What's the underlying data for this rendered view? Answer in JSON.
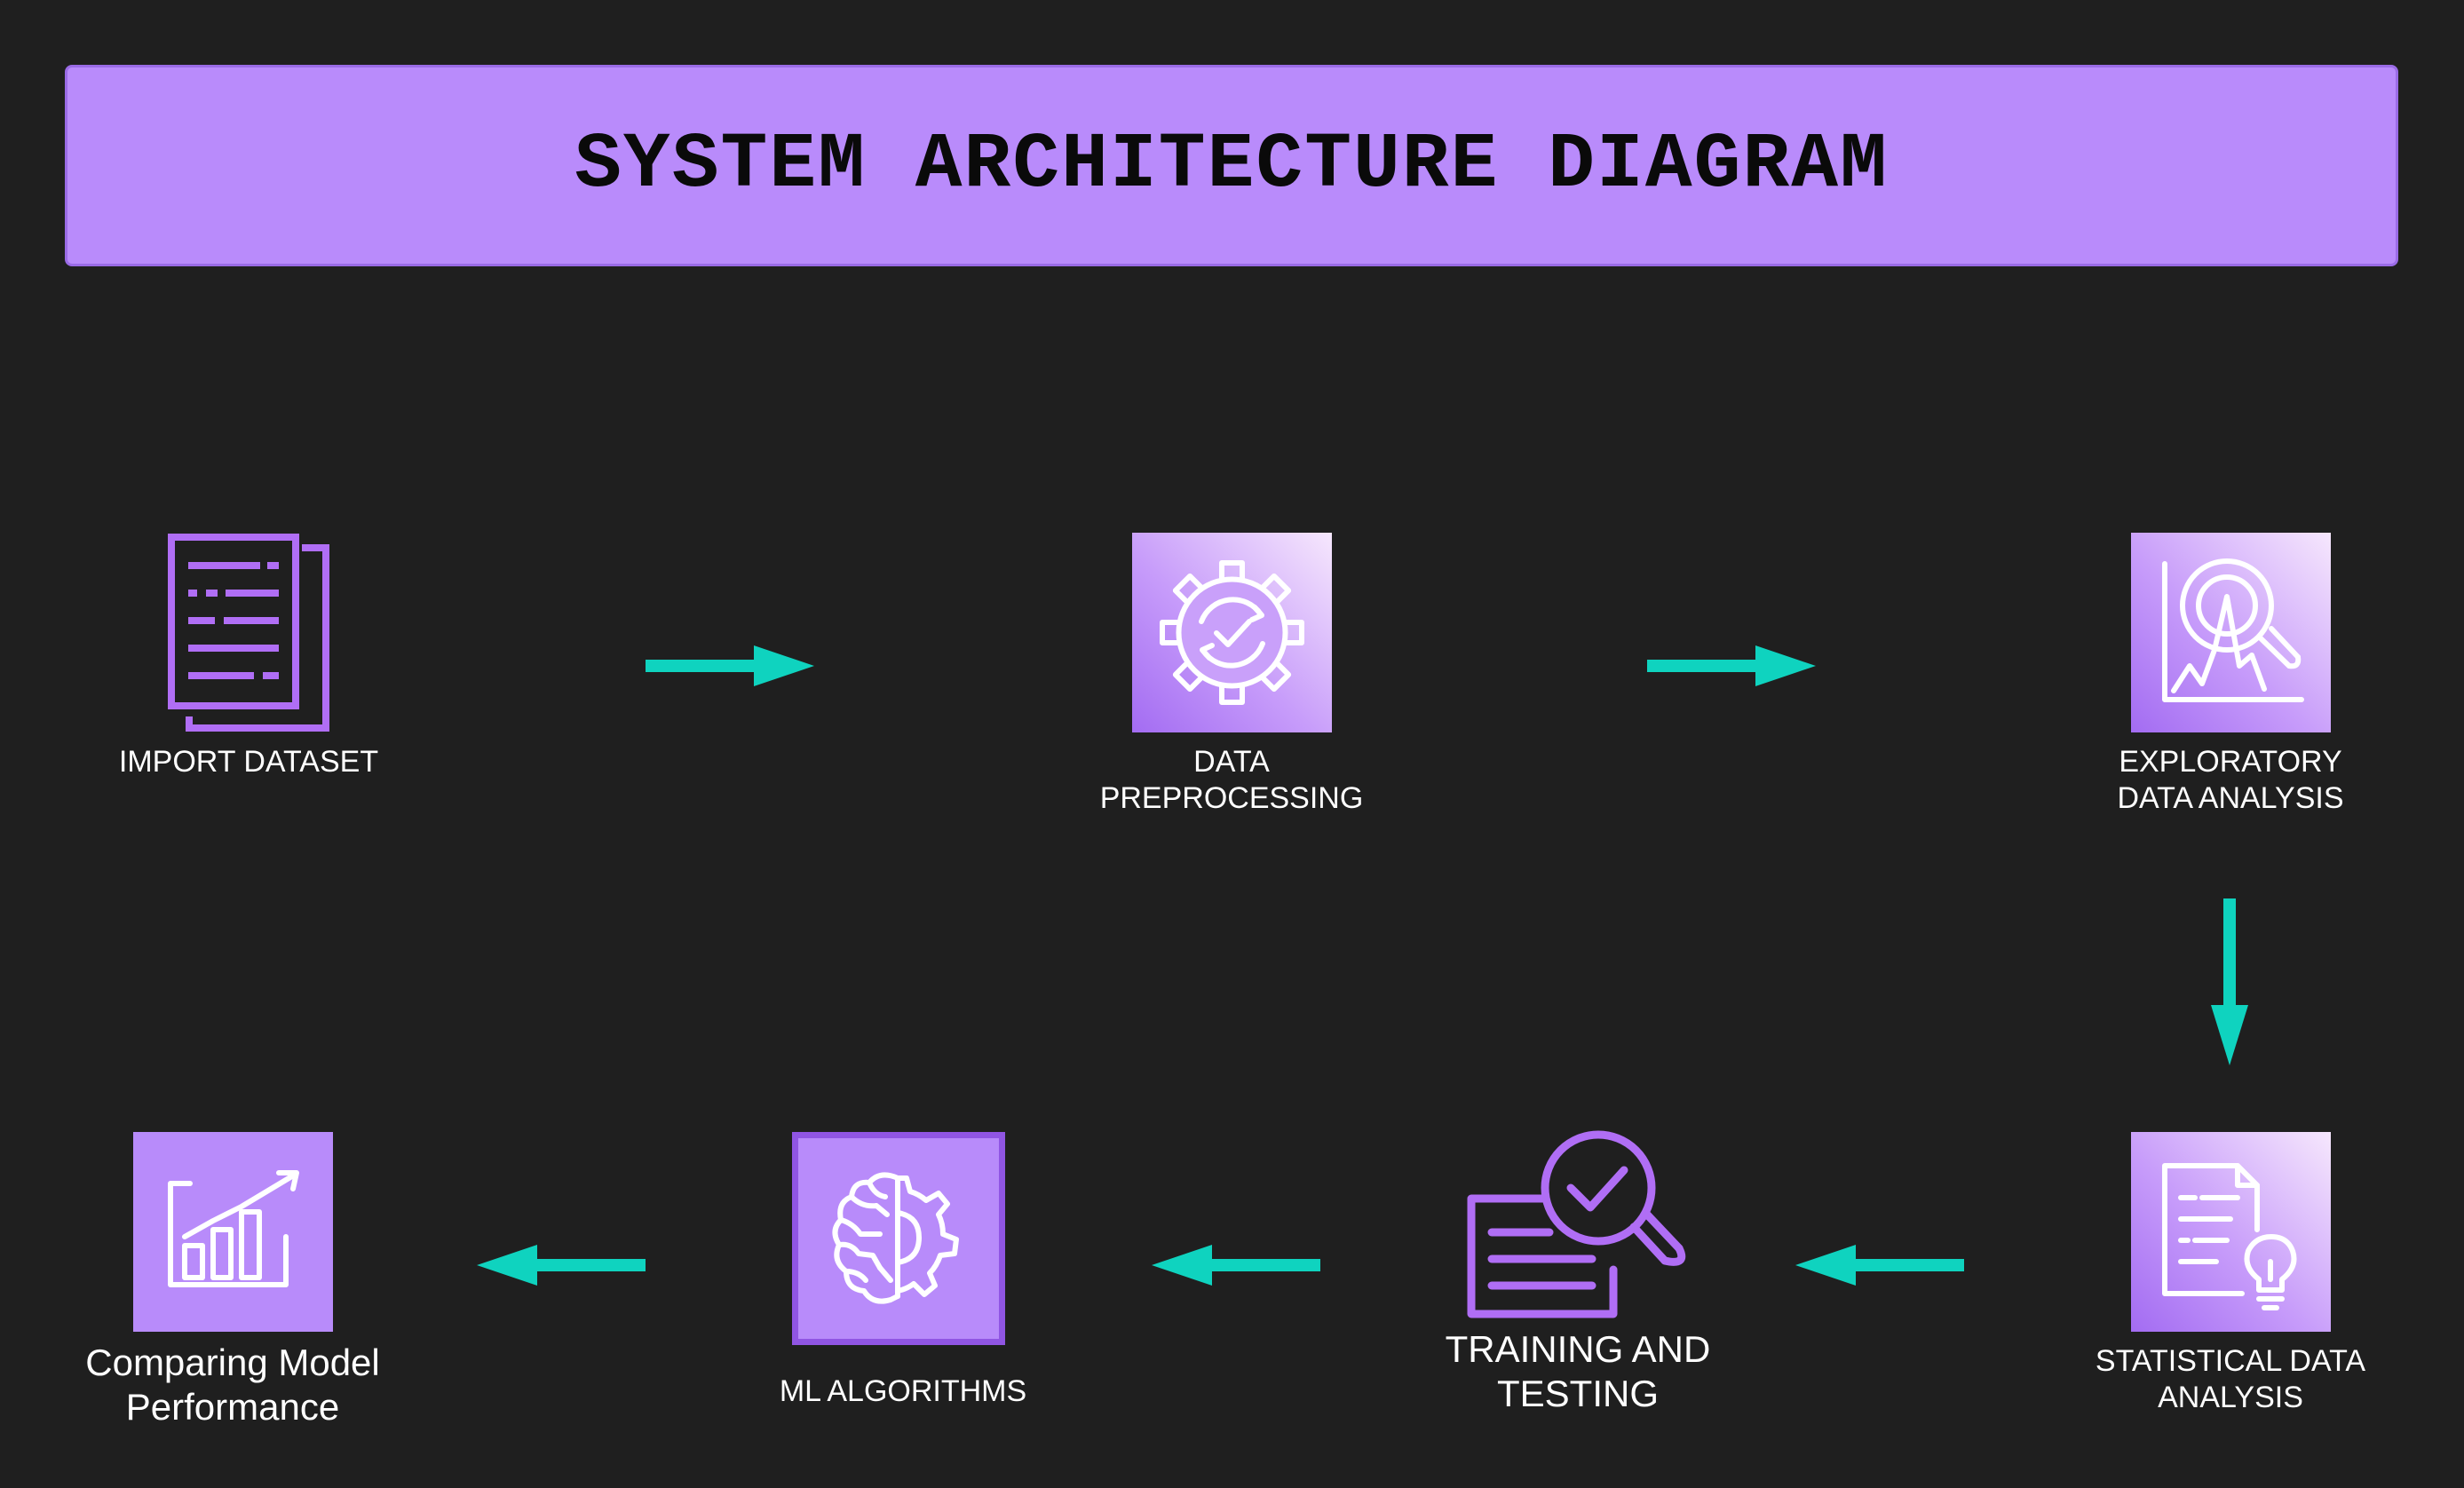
{
  "header": {
    "title": "SYSTEM ARCHITECTURE DIAGRAM"
  },
  "colors": {
    "background": "#1f1f1f",
    "header_fill": "#b98bfb",
    "tile_purple": "#b88bfa",
    "icon_line": "#b06ef5",
    "arrow": "#0fd3bf"
  },
  "nodes": [
    {
      "label": "IMPORT DATASET",
      "icon": "document-list-icon"
    },
    {
      "label": "DATA\nPREPROCESSING",
      "icon": "gear-check-icon"
    },
    {
      "label": "EXPLORATORY\nDATA ANALYSIS",
      "icon": "chart-magnifier-icon"
    },
    {
      "label": "STATISTICAL DATA\nANALYSIS",
      "icon": "document-lightbulb-icon"
    },
    {
      "label": "TRAINING AND\nTESTING",
      "icon": "document-search-check-icon"
    },
    {
      "label": "ML ALGORITHMS",
      "icon": "brain-gear-icon"
    },
    {
      "label": "Comparing Model\nPerformance",
      "icon": "bar-chart-growth-icon"
    }
  ],
  "flow": [
    {
      "from": "IMPORT DATASET",
      "to": "DATA\nPREPROCESSING",
      "direction": "right"
    },
    {
      "from": "DATA\nPREPROCESSING",
      "to": "EXPLORATORY\nDATA ANALYSIS",
      "direction": "right"
    },
    {
      "from": "EXPLORATORY\nDATA ANALYSIS",
      "to": "STATISTICAL DATA\nANALYSIS",
      "direction": "down"
    },
    {
      "from": "STATISTICAL DATA\nANALYSIS",
      "to": "TRAINING AND\nTESTING",
      "direction": "left"
    },
    {
      "from": "TRAINING AND\nTESTING",
      "to": "ML ALGORITHMS",
      "direction": "left"
    },
    {
      "from": "ML ALGORITHMS",
      "to": "Comparing Model\nPerformance",
      "direction": "left"
    }
  ]
}
